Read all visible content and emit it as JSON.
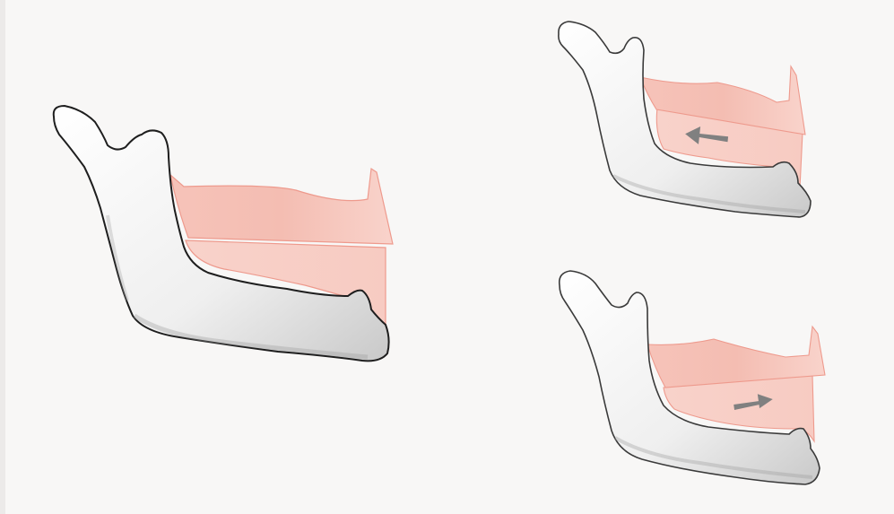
{
  "scene": {
    "description_shown_text": "",
    "colors": {
      "background": "#f8f7f6",
      "bone_fill": "#f1f1f1",
      "bone_shade": "#cfcfcf",
      "bone_outline_dark": "#1e1e1e",
      "bone_outline_light": "#5a5a5a",
      "ramus_fill": "#f7cfc7",
      "ramus_fill_dark": "#f2b8ad",
      "ramus_edge": "#ee9a8d",
      "arrow": "#808080"
    },
    "figures": [
      {
        "id": "main",
        "arrow": "none"
      },
      {
        "id": "top-right",
        "arrow": "left"
      },
      {
        "id": "bottom-right",
        "arrow": "right"
      }
    ]
  }
}
